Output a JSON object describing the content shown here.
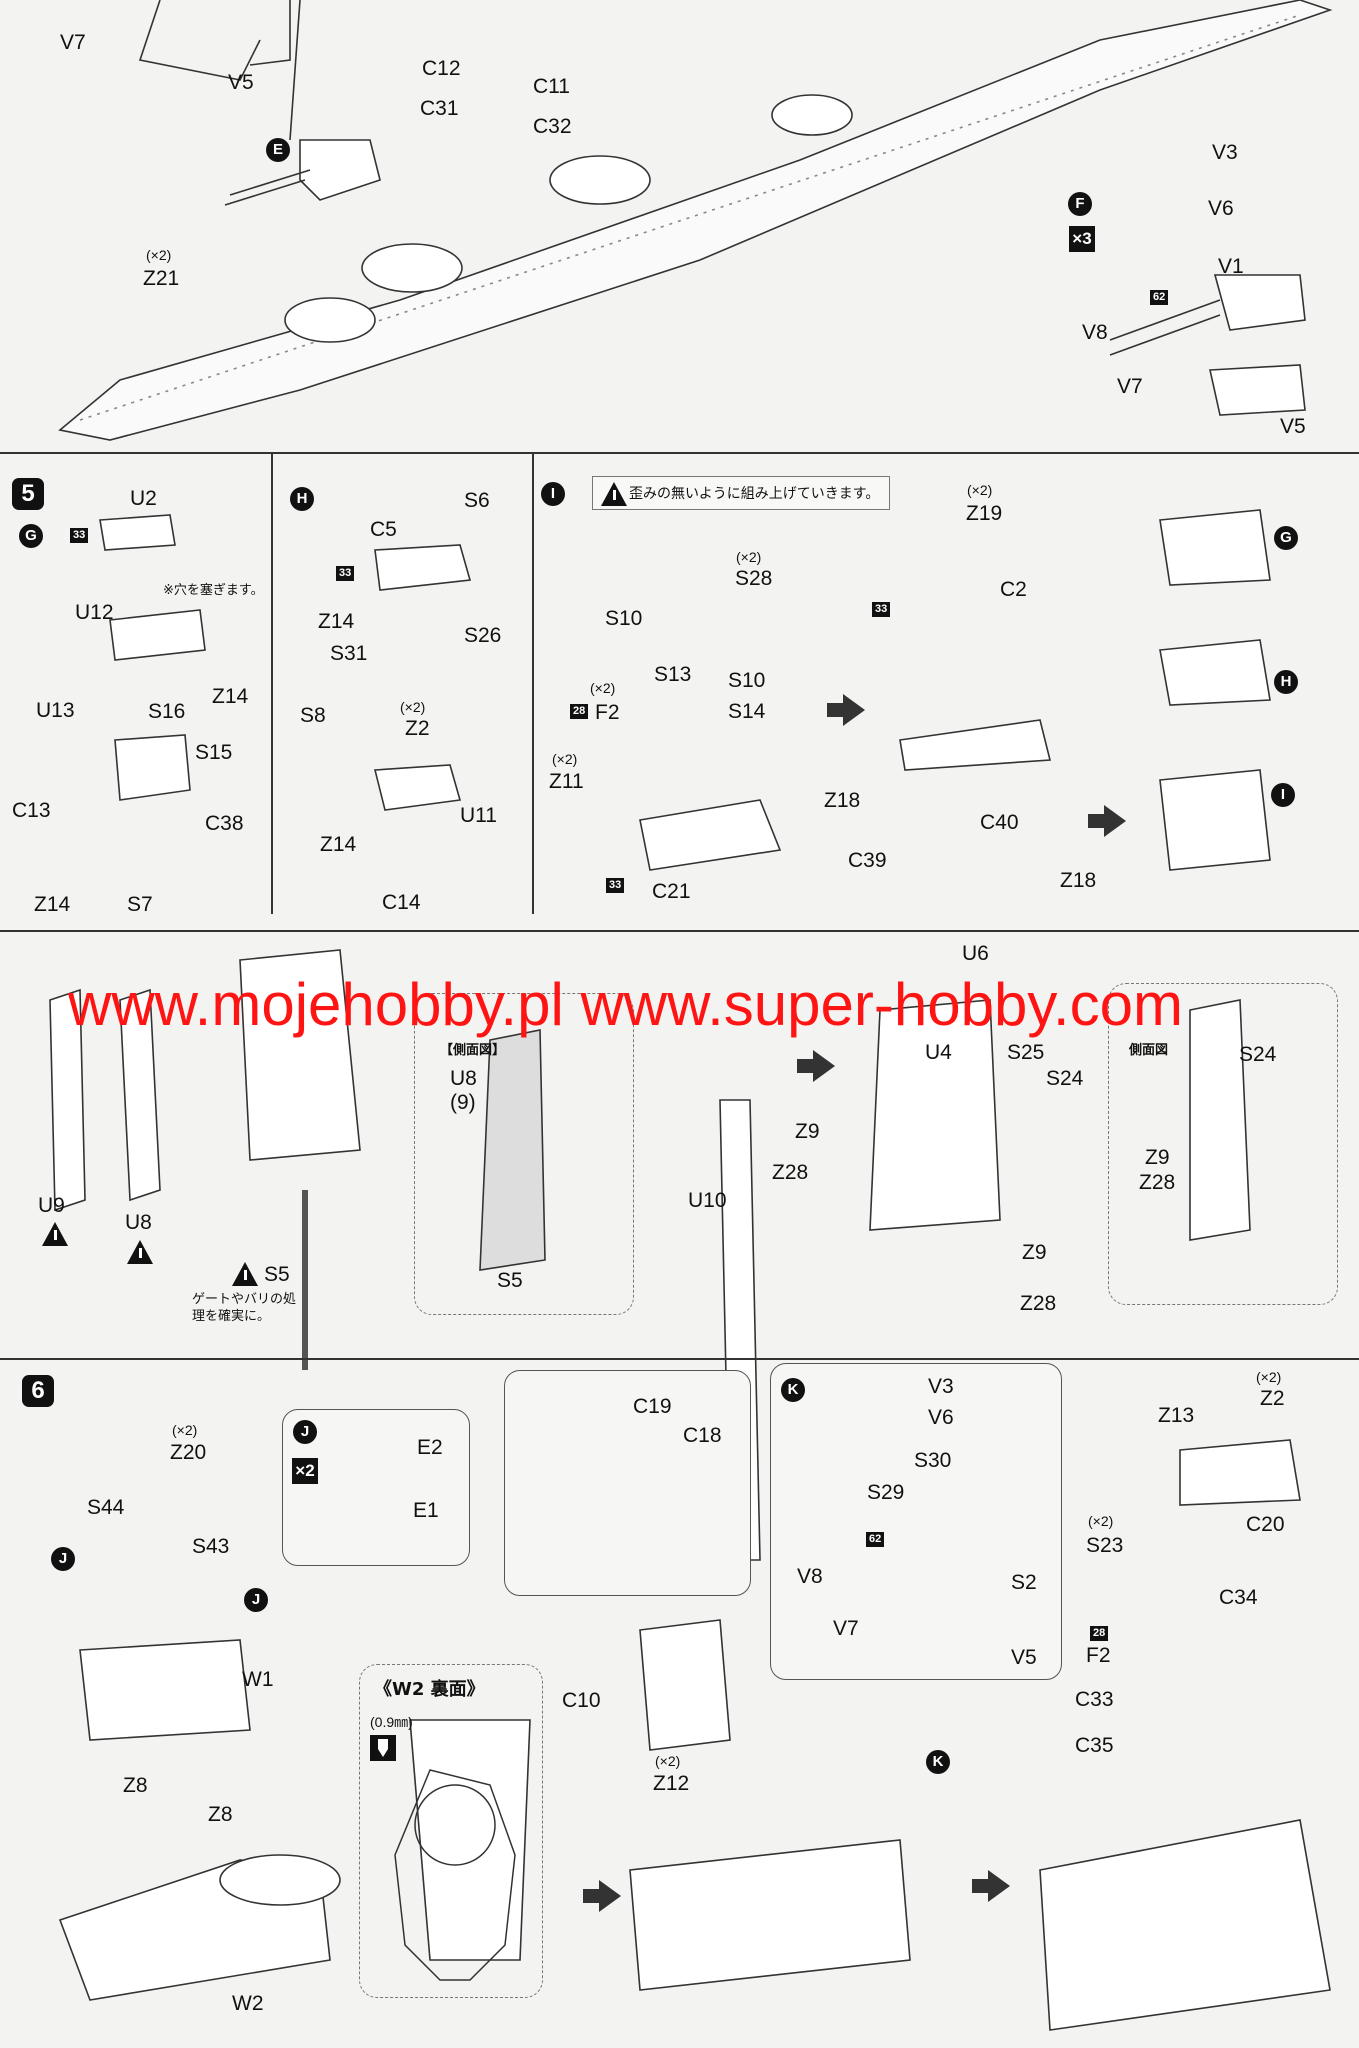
{
  "top": {
    "labels": [
      "V7",
      "V5",
      "C12",
      "C11",
      "C31",
      "C32",
      "(×2)",
      "Z21",
      "V3",
      "V6",
      "V1",
      "V8",
      "V7",
      "V5"
    ],
    "badges": {
      "e": "E",
      "f": "F"
    },
    "tags": {
      "f_count": "×3",
      "t62": "62"
    }
  },
  "step5": {
    "number": "5",
    "g": {
      "badge": "G",
      "labels": [
        "U2",
        "U12",
        "U13",
        "S16",
        "Z14",
        "S15",
        "C13",
        "C38",
        "Z14",
        "S7"
      ],
      "note": "※穴を塞ぎます。",
      "tag": "33"
    },
    "h": {
      "badge": "H",
      "labels": [
        "S6",
        "C5",
        "Z14",
        "S26",
        "S31",
        "S8",
        "(×2)",
        "Z2",
        "U11",
        "Z14",
        "C14"
      ],
      "tag": "33"
    },
    "i": {
      "badge": "I",
      "note": "歪みの無いように組み上げていきます。",
      "labels": [
        "(×2)",
        "S28",
        "S10",
        "S13",
        "S10",
        "S14",
        "(×2)",
        "F2",
        "(×2)",
        "Z11",
        "C21",
        "(×2)",
        "Z19",
        "C2",
        "Z18",
        "C40",
        "C39",
        "Z18"
      ],
      "tags": {
        "t28": "28",
        "t33": "33"
      },
      "stack_badges": [
        "G",
        "H",
        "I"
      ]
    }
  },
  "mast": {
    "labels": [
      "U9",
      "U8",
      "S5",
      "U6",
      "U4",
      "S25",
      "S24",
      "Z9",
      "Z28",
      "U10",
      "Z9",
      "Z28"
    ],
    "note": "ゲートやバリの処理を確実に。",
    "side_view_left": {
      "title": "【側面図】",
      "labels": [
        "U8",
        "(9)",
        "S5"
      ]
    },
    "side_view_right": {
      "title": "側面図",
      "labels": [
        "S24",
        "Z9",
        "Z28"
      ]
    },
    "watermark": "www.mojehobby.pl www.super-hobby.com"
  },
  "step6": {
    "number": "6",
    "labels": [
      "(×2)",
      "Z20",
      "S44",
      "S43",
      "W1",
      "Z8",
      "Z8",
      "W2"
    ],
    "j_badge": "J",
    "j_box": {
      "badge": "J",
      "count": "×2",
      "labels": [
        "E2",
        "E1"
      ]
    },
    "w2_back": {
      "title": "《W2 裏面》",
      "drill": "(0.9㎜)"
    },
    "c_box": {
      "labels": [
        "C19",
        "C18"
      ]
    },
    "middle": {
      "labels": [
        "C10",
        "(×2)",
        "Z12"
      ]
    },
    "k_box": {
      "badge": "K",
      "tag": "62",
      "labels": [
        "V3",
        "V6",
        "S30",
        "S29",
        "V8",
        "S2",
        "V7",
        "V5"
      ]
    },
    "right": {
      "labels": [
        "(×2)",
        "Z2",
        "Z13",
        "C20",
        "(×2)",
        "S23",
        "C34",
        "F2",
        "C33",
        "C35"
      ],
      "tag": "28"
    }
  }
}
